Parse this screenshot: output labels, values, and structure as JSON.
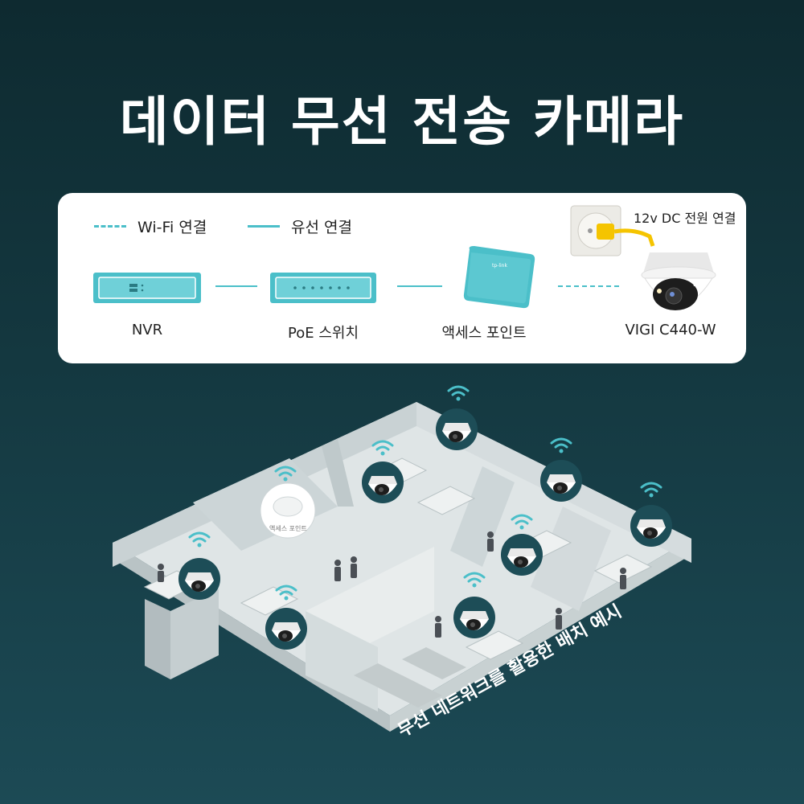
{
  "title": "데이터 무선 전송 카메라",
  "legend": {
    "wifi": "Wi-Fi 연결",
    "wired": "유선 연결"
  },
  "devices": {
    "nvr": "NVR",
    "poe_switch": "PoE 스위치",
    "access_point": "액세스 포인트",
    "camera": "VIGI C440-W"
  },
  "power_label": "12v DC 전원 연결",
  "ap_small_label": "액세스 포인트",
  "diagram_caption": "무선 네트워크를 활용한 배치 예시",
  "colors": {
    "accent": "#4bbfc9",
    "badge": "#1d4d57",
    "plug": "#f5c400"
  }
}
